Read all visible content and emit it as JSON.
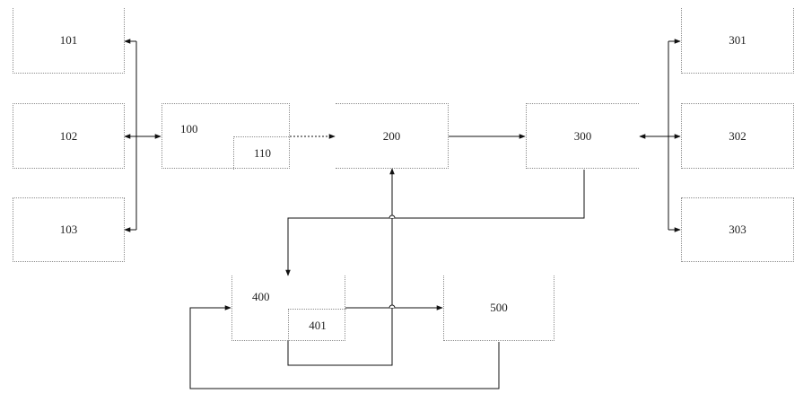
{
  "diagram": {
    "nodes": {
      "n101": "101",
      "n102": "102",
      "n103": "103",
      "n100": "100",
      "n110": "110",
      "n200": "200",
      "n300": "300",
      "n301": "301",
      "n302": "302",
      "n303": "303",
      "n400": "400",
      "n401": "401",
      "n500": "500"
    }
  }
}
